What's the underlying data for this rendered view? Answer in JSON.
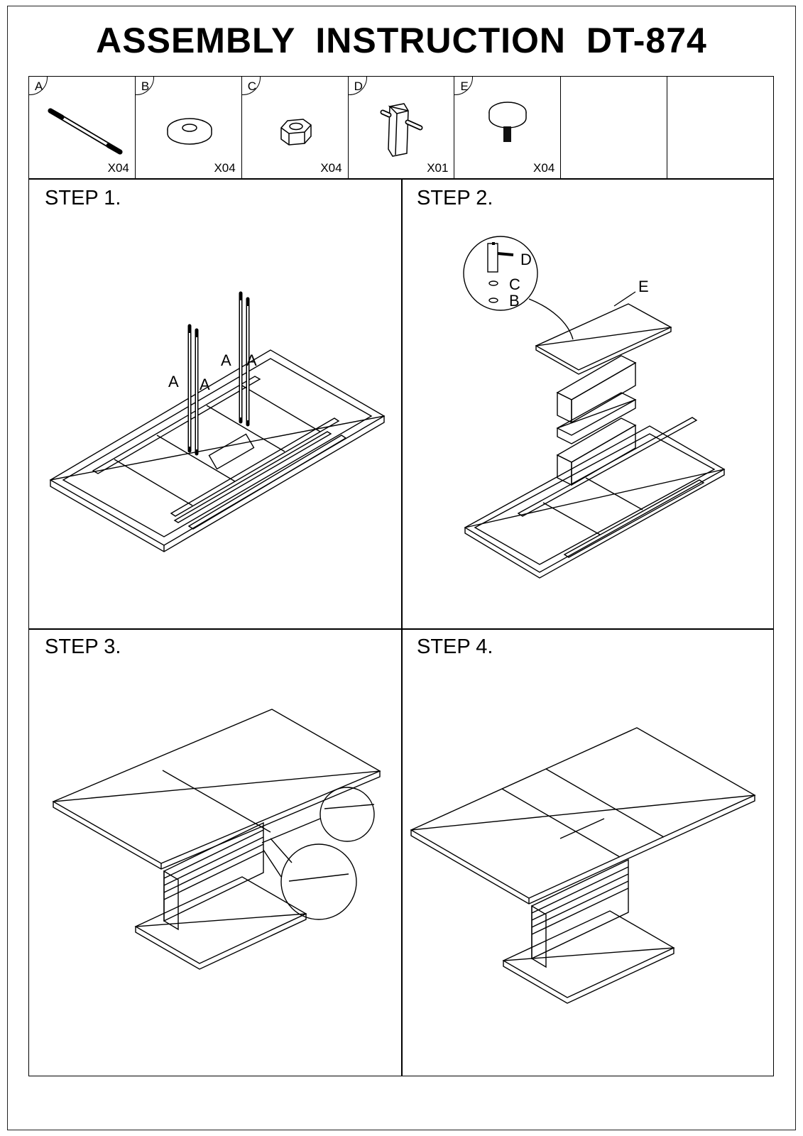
{
  "title": "ASSEMBLY  INSTRUCTION  DT-874",
  "parts": [
    {
      "letter": "A",
      "icon": "threaded-rod-icon",
      "qty": "X04"
    },
    {
      "letter": "B",
      "icon": "washer-icon",
      "qty": "X04"
    },
    {
      "letter": "C",
      "icon": "hex-nut-icon",
      "qty": "X04"
    },
    {
      "letter": "D",
      "icon": "socket-wrench-icon",
      "qty": "X01"
    },
    {
      "letter": "E",
      "icon": "leveling-foot-icon",
      "qty": "X04"
    }
  ],
  "steps": [
    {
      "label": "STEP 1.",
      "callouts": [
        "A",
        "A",
        "A",
        "A"
      ]
    },
    {
      "label": "STEP 2.",
      "callouts": [
        "D",
        "C",
        "B",
        "E"
      ]
    },
    {
      "label": "STEP 3."
    },
    {
      "label": "STEP 4."
    }
  ]
}
